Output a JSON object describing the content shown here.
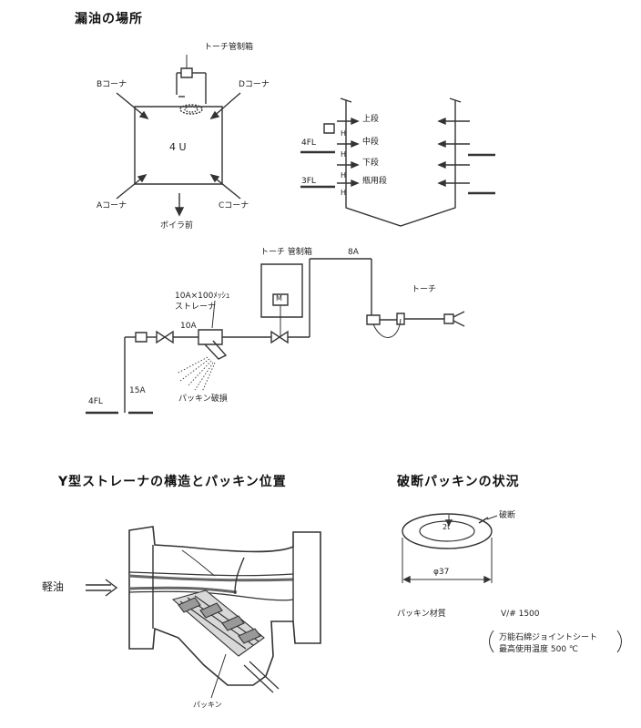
{
  "titles": {
    "leak_location": "漏油の場所",
    "y_strainer": "Y型ストレーナの構造とパッキン位置",
    "broken_packing": "破断パッキンの状況"
  },
  "furnace": {
    "torch_box_top": "トーチ管制箱",
    "b_corner": "Bコーナ",
    "d_corner": "Dコーナ",
    "a_corner": "Aコーナ",
    "c_corner": "Cコーナ",
    "unit": "4 U",
    "boiler_front": "ボイラ前"
  },
  "elevation": {
    "upper": "上段",
    "middle": "中段",
    "lower": "下段",
    "backup": "瓶用段",
    "floor4": "4FL",
    "floor3": "3FL",
    "h_mark": "H"
  },
  "piping": {
    "torch_box": "トーチ 管制箱",
    "size_8a": "8A",
    "torch": "トーチ",
    "strainer_spec": "10A×100ﾒｯｼｭ",
    "strainer_name": "ストレーナ",
    "size_10a": "10A",
    "motor": "M",
    "floor4": "4FL",
    "size_15a": "15A",
    "packing_damage": "パッキン破損"
  },
  "strainer": {
    "light_oil": "軽油",
    "packing": "パッキン"
  },
  "packing_ring": {
    "thickness": "2t",
    "break": "破断",
    "diameter": "φ37",
    "material_label": "パッキン材質",
    "material_code": "V/# 1500",
    "material_name": "万能石綿ジョイントシート",
    "max_temp": "最高使用温度  500 ℃"
  }
}
